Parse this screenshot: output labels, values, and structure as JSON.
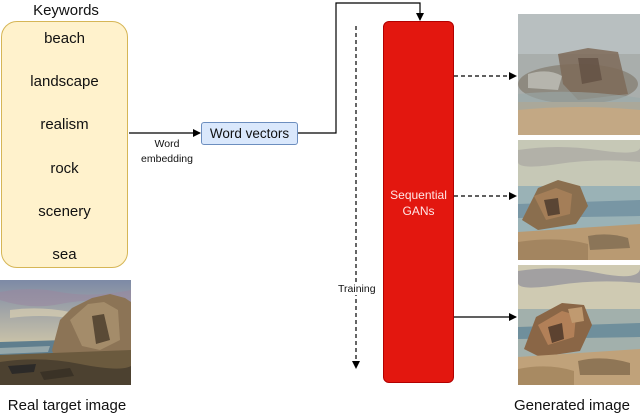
{
  "keywords": {
    "title": "Keywords",
    "items": [
      "beach",
      "landscape",
      "realism",
      "rock",
      "scenery",
      "sea"
    ]
  },
  "word_embedding_label": [
    "Word",
    "embedding"
  ],
  "word_vectors_label": "Word vectors",
  "gan_label": [
    "Sequential",
    "GANs"
  ],
  "training_label": "Training",
  "real_image_caption": "Real target image",
  "generated_caption": "Generated image",
  "colors": {
    "keyword_fill": "#fff2cc",
    "keyword_border": "#d6b656",
    "word_vector_fill": "#dae8fc",
    "word_vector_border": "#6c8ebf",
    "gan_fill": "#e3170f"
  }
}
